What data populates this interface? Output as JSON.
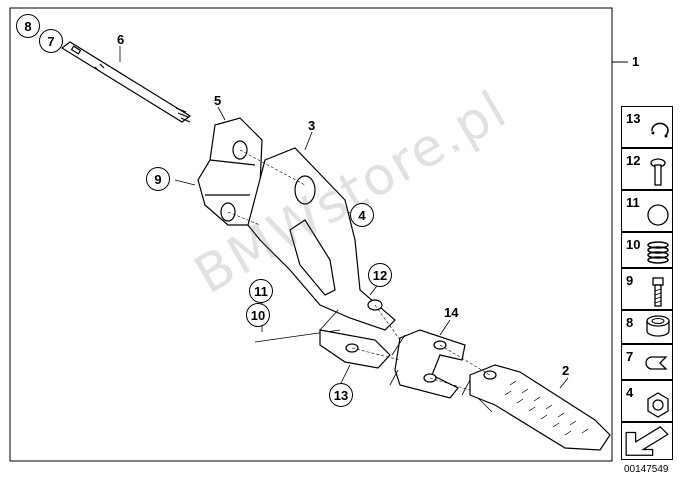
{
  "labels": {
    "l1": "1",
    "l2": "2",
    "l3": "3",
    "l4": "4",
    "l5": "5",
    "l6": "6",
    "l7": "7",
    "l8": "8",
    "l9": "9",
    "l10": "10",
    "l11": "11",
    "l12": "12",
    "l13": "13",
    "l14": "14"
  },
  "sidebar": [
    {
      "num": "13",
      "icon": "circlip-icon"
    },
    {
      "num": "12",
      "icon": "bolt-icon"
    },
    {
      "num": "11",
      "icon": "ball-icon"
    },
    {
      "num": "10",
      "icon": "spring-icon"
    },
    {
      "num": "9",
      "icon": "screw-icon"
    },
    {
      "num": "8",
      "icon": "bushing-icon"
    },
    {
      "num": "7",
      "icon": "clip-icon"
    },
    {
      "num": "4",
      "icon": "hex-nut-icon"
    }
  ],
  "watermark": "BMWstore.pl",
  "diagram_code": "00147549"
}
